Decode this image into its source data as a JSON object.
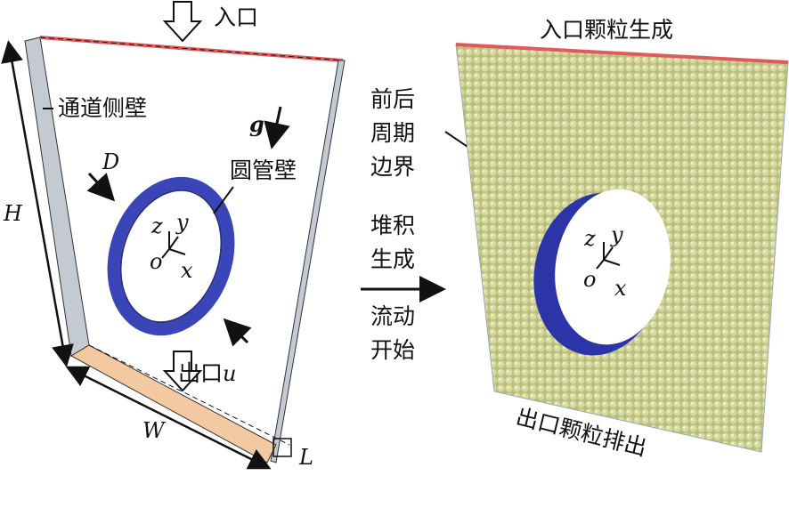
{
  "colors": {
    "wall": "#c3cad1",
    "inlet": "#e05a5a",
    "outlet": "#f3c9a2",
    "ring": "#3a46b8",
    "particles": "#c9cc8c",
    "text": "#111111"
  },
  "left": {
    "inlet_label": "入口",
    "side_wall_label": "通道侧壁",
    "gravity_label": "g",
    "diameter_label": "D",
    "pipe_wall_label": "圆管壁",
    "height_label": "H",
    "axis": {
      "z": "z",
      "y": "y",
      "o": "o",
      "x": "x"
    },
    "outlet_label": "出口",
    "outlet_velocity_label": "u",
    "width_label": "W",
    "length_label": "L"
  },
  "middle": {
    "boundary_label": [
      "前后",
      "周期",
      "边界"
    ],
    "process_label": [
      "堆积",
      "生成",
      "流动",
      "开始"
    ]
  },
  "right": {
    "inlet_label": "入口颗粒生成",
    "outlet_label": "出口颗粒排出",
    "axis": {
      "z": "z",
      "y": "y",
      "o": "o",
      "x": "x"
    }
  }
}
